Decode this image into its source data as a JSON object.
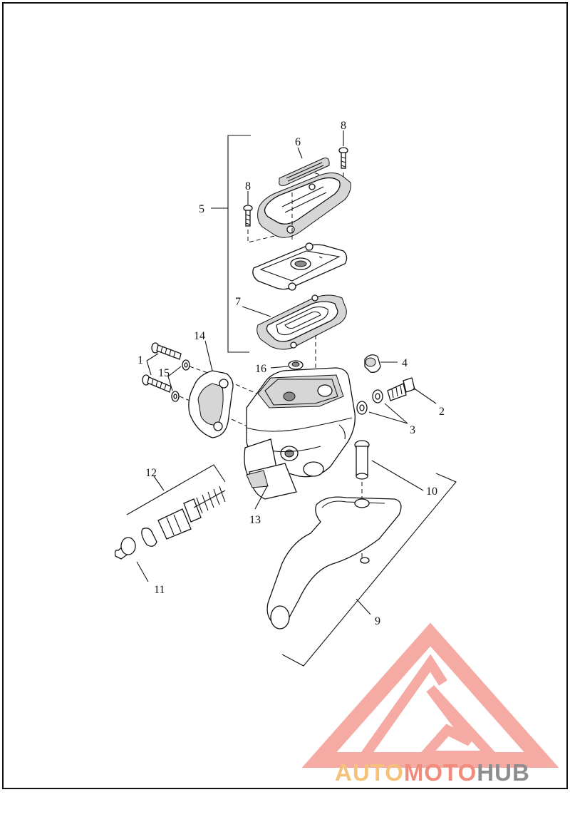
{
  "callouts": {
    "c1": "1",
    "c2": "2",
    "c3": "3",
    "c4": "4",
    "c5": "5",
    "c6": "6",
    "c7": "7",
    "c8a": "8",
    "c8b": "8",
    "c9": "9",
    "c10": "10",
    "c11": "11",
    "c12": "12",
    "c13": "13",
    "c14": "14",
    "c15": "15",
    "c16": "16"
  },
  "watermark": {
    "part1": "AUTO",
    "part2": "MOTO",
    "part3": "HUB",
    "colors": {
      "logo": "#f4a39b",
      "auto": "#f6c27a",
      "moto": "#f28b7c",
      "hub": "#8e8e8e"
    }
  },
  "colors": {
    "line": "#111111",
    "background": "#ffffff"
  }
}
